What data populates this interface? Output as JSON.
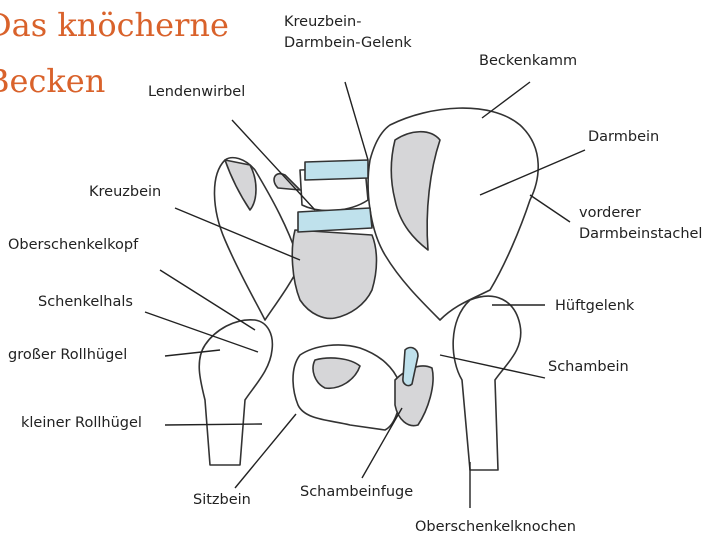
{
  "title": {
    "line1": "Das knöcherne",
    "line2": "Becken"
  },
  "labels": {
    "kreuzbein_darmbein_gelenk_1": "Kreuzbein-",
    "kreuzbein_darmbein_gelenk_2": "Darmbein-Gelenk",
    "beckenkamm": "Beckenkamm",
    "lendenwirbel": "Lendenwirbel",
    "darmbein": "Darmbein",
    "kreuzbein": "Kreuzbein",
    "vorderer_darmbeinstachel_1": "vorderer",
    "vorderer_darmbeinstachel_2": "Darmbeinstachel",
    "oberschenkelkopf": "Oberschenkelkopf",
    "hueftgelenk": "Hüftgelenk",
    "schenkelhals": "Schenkelhals",
    "grosser_rollhuegel": "großer Rollhügel",
    "schambein": "Schambein",
    "kleiner_rollhuegel": "kleiner Rollhügel",
    "sitzbein": "Sitzbein",
    "schambeinfuge": "Schambeinfuge",
    "oberschenkelknochen": "Oberschenkelknochen"
  },
  "colors": {
    "title": "#d9622b",
    "bone_outline": "#333333",
    "bone_fill": "#ffffff",
    "bone_shade": "#d6d6d8",
    "cartilage": "#bfe1ec",
    "leader_line": "#222222"
  }
}
